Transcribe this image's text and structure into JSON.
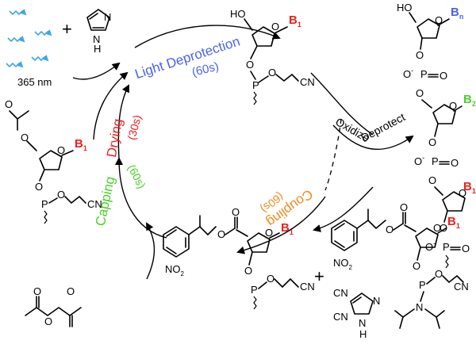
{
  "steps": {
    "light_deprotection": {
      "label": "Light Deprotection",
      "time": "(60s)",
      "color": "#4B63E6"
    },
    "drying": {
      "label": "Drying",
      "time": "(30s)",
      "color": "#E8231F"
    },
    "capping": {
      "label": "Capping",
      "time": "(60s)",
      "color": "#49D12B"
    },
    "coupling": {
      "label": "Coupling",
      "time": "(60s)",
      "color": "#F08A1E"
    },
    "deprotect": {
      "label": "Deprotect"
    },
    "oxidize": {
      "label": "Oxidize"
    }
  },
  "light": {
    "wavelength": "365 nm",
    "color": "#3EA8E0"
  },
  "plus": "+",
  "atoms": {
    "O": "O",
    "P": "P",
    "HO": "HO",
    "CN": "CN",
    "H": "H",
    "N": "N",
    "NO": "NO",
    "two": "2",
    "minus": "-",
    "B": "B",
    "one": "1",
    "two_sub": "2",
    "n": "n"
  },
  "base_colors": {
    "B1": "#E8231F",
    "B2": "#49D12B",
    "Bn": "#4B63E6"
  }
}
